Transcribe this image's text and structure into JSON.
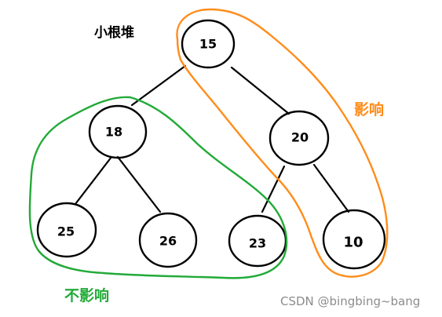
{
  "diagram": {
    "title": "小根堆",
    "nodes": [
      "15",
      "18",
      "20",
      "25",
      "26",
      "23",
      "10"
    ],
    "edges": [
      [
        "15",
        "18"
      ],
      [
        "15",
        "20"
      ],
      [
        "18",
        "25"
      ],
      [
        "18",
        "26"
      ],
      [
        "20",
        "23"
      ],
      [
        "20",
        "10"
      ]
    ],
    "affected_label": "影响",
    "unaffected_label": "不影响",
    "affected_color": "#ff8c1a",
    "unaffected_color": "#22aa38",
    "line_color": "#000000"
  },
  "watermark": "CSDN @bingbing~bang"
}
